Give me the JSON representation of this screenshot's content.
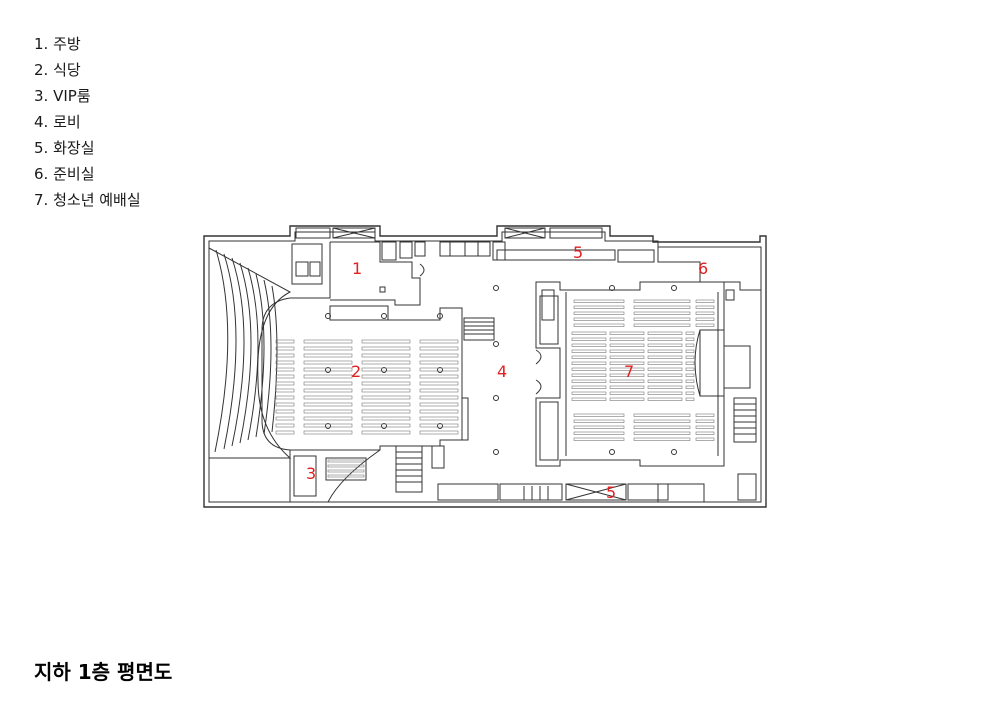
{
  "legend": [
    {
      "num": "1.",
      "name": "주방"
    },
    {
      "num": "2.",
      "name": "식당"
    },
    {
      "num": "3.",
      "name": "VIP룸"
    },
    {
      "num": "4.",
      "name": "로비"
    },
    {
      "num": "5.",
      "name": "화장실"
    },
    {
      "num": "6.",
      "name": "준비실"
    },
    {
      "num": "7.",
      "name": "청소년 예배실"
    }
  ],
  "plan": {
    "labels": [
      "1",
      "2",
      "3",
      "4",
      "5",
      "5",
      "6",
      "7"
    ],
    "label_color": "#e02020",
    "line_color": "#333333"
  },
  "title": "지하 1층 평면도"
}
